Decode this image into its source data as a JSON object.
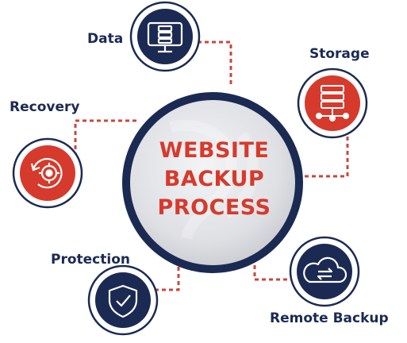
{
  "center": {
    "lines": [
      "WEBSITE",
      "BACKUP",
      "PROCESS"
    ]
  },
  "steps": [
    {
      "id": "data",
      "label": "Data",
      "icon": "monitor-server-icon",
      "variant": "navy"
    },
    {
      "id": "storage",
      "label": "Storage",
      "icon": "server-network-icon",
      "variant": "red"
    },
    {
      "id": "recovery",
      "label": "Recovery",
      "icon": "gear-refresh-icon",
      "variant": "red"
    },
    {
      "id": "protection",
      "label": "Protection",
      "icon": "shield-check-icon",
      "variant": "navy"
    },
    {
      "id": "remote",
      "label": "Remote Backup",
      "icon": "cloud-sync-icon",
      "variant": "navy"
    }
  ],
  "colors": {
    "navy": "#1b2a52",
    "red": "#d63a2c",
    "connector": "#c9473d",
    "center_fill": "#e2e3e7"
  }
}
